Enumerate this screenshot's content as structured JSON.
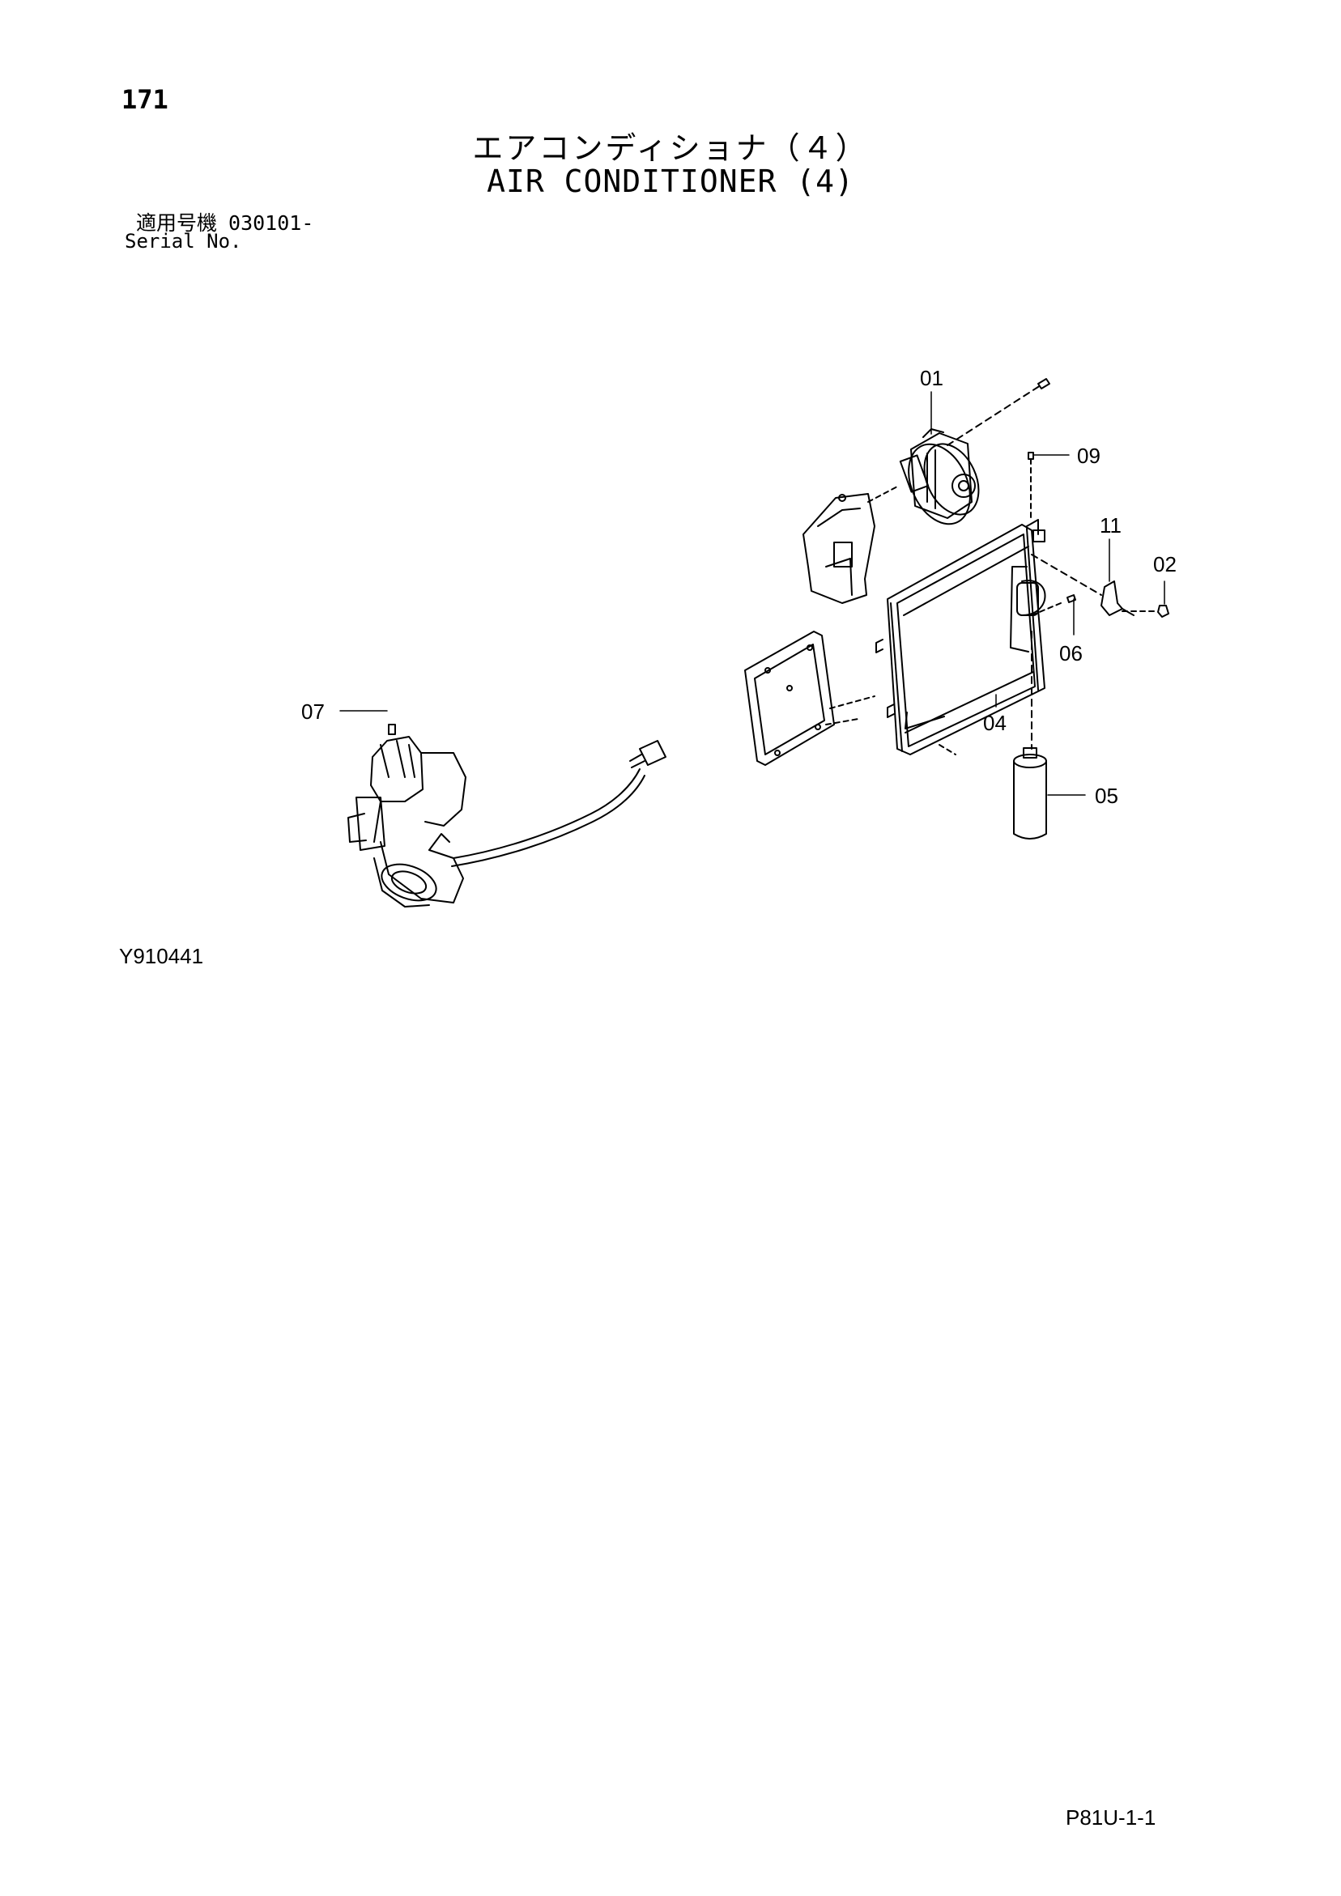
{
  "header": {
    "page_number": "171",
    "title_jp": "エアコンディショナ（４）",
    "title_en": "AIR CONDITIONER (4)",
    "serial_label_jp": "適用号機",
    "serial_value": "030101-",
    "serial_label_en": "Serial No."
  },
  "diagram": {
    "callouts": {
      "c01": "01",
      "c02": "02",
      "c04": "04",
      "c05": "05",
      "c06": "06",
      "c07": "07",
      "c09": "09",
      "c11": "11"
    }
  },
  "footer": {
    "figure_code": "Y910441",
    "page_code": "P81U-1-1"
  }
}
